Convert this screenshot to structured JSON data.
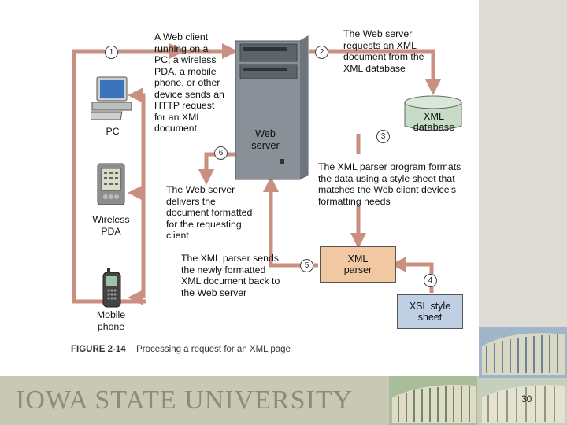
{
  "figure": {
    "label": "FIGURE 2-14",
    "title": "Processing a request for an XML page"
  },
  "steps": {
    "1": "A Web client running on a PC, a wireless PDA, a mobile phone, or other device sends an HTTP request for an XML document",
    "2": "The Web server requests an XML document from the XML database",
    "3": "The XML parser program formats the data using a style sheet that matches the Web client device's formatting needs",
    "4": "",
    "5": "The XML parser sends the newly formatted XML document back to the Web server",
    "6": "The Web server delivers the document formatted for the requesting client"
  },
  "step_lines": {
    "s1": [
      "A Web client",
      "running on a",
      "PC, a wireless",
      "PDA, a mobile",
      "phone, or other",
      "device sends an",
      "HTTP request",
      "for an XML",
      "document"
    ],
    "s2": [
      "The Web server",
      "requests an XML",
      "document from the",
      "XML database"
    ],
    "s3": [
      "The XML parser program formats",
      "the data using a style sheet that",
      "matches the Web client device's",
      "formatting needs"
    ],
    "s5": [
      "The XML parser sends",
      "the newly formatted",
      "XML document back to",
      "the Web server"
    ],
    "s6": [
      "The Web server",
      "delivers the",
      "document formatted",
      "for the requesting",
      "client"
    ]
  },
  "numbers": [
    "1",
    "2",
    "3",
    "4",
    "5",
    "6"
  ],
  "devices": {
    "pc": "PC",
    "pda": [
      "Wireless",
      "PDA"
    ],
    "phone": [
      "Mobile",
      "phone"
    ]
  },
  "server_label": [
    "Web",
    "server"
  ],
  "database_label": [
    "XML",
    "database"
  ],
  "parser_label": [
    "XML",
    "parser"
  ],
  "stylesheet_label": [
    "XSL style",
    "sheet"
  ],
  "footer": {
    "university": "IOWA STATE UNIVERSITY",
    "page_number": "30"
  },
  "colors": {
    "arrow": "#c98f80",
    "parser_box": "#f1c8a2",
    "stylesheet_box": "#bfd0e4",
    "server": "#8f959c",
    "database": "#c6dcc6",
    "footer_band": "#c8c8b4",
    "right_panel": "#dcdcd4"
  }
}
